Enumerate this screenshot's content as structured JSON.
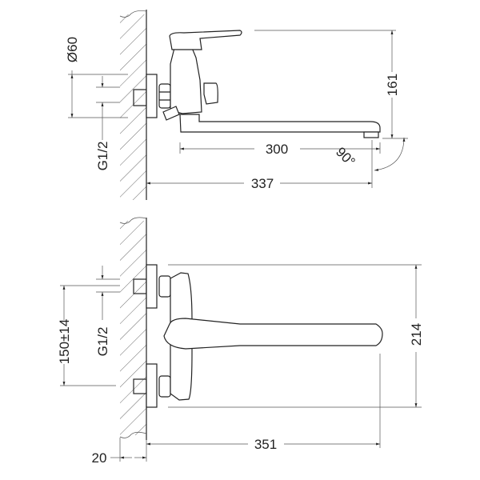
{
  "top_view": {
    "dims": {
      "diameter": "Ø60",
      "thread": "G1/2",
      "height": "161",
      "spout_reach": "300",
      "total_reach": "337",
      "swivel_angle": "90°"
    }
  },
  "front_view": {
    "dims": {
      "inlet_spacing": "150±14",
      "thread": "G1/2",
      "height": "214",
      "handle_reach": "351",
      "wall_offset": "20"
    }
  },
  "colors": {
    "line": "#222222",
    "background": "#ffffff"
  }
}
